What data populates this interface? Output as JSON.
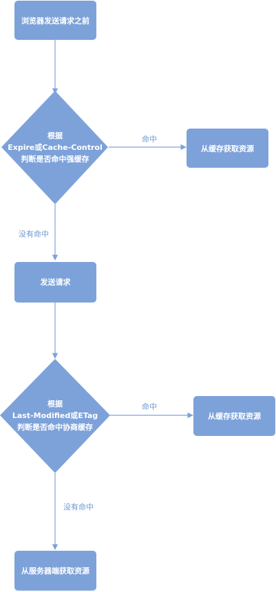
{
  "diagram": {
    "nodes": {
      "start": {
        "lines": [
          "浏览器发送请求之前"
        ]
      },
      "strong_check": {
        "lines": [
          "根据",
          "Expire或Cache-Control",
          "判断是否命中强缓存"
        ]
      },
      "strong_hit": {
        "lines": [
          "从缓存获取资源"
        ]
      },
      "send_request": {
        "lines": [
          "发送请求"
        ]
      },
      "negotiate_check": {
        "lines": [
          "根据",
          "Last-Modified或ETag",
          "判断是否命中协商缓存"
        ]
      },
      "negotiate_hit": {
        "lines": [
          "从缓存获取资源"
        ]
      },
      "server_fetch": {
        "lines": [
          "从服务器端获取资源"
        ]
      }
    },
    "edges": {
      "strong_hit_label": "命中",
      "strong_miss_label": "没有命中",
      "negotiate_hit_label": "命中",
      "negotiate_miss_label": "没有命中"
    },
    "colors": {
      "node_fill": "#7da2da",
      "edge": "#7da2da",
      "text": "#ffffff",
      "edge_text": "#6f97d2"
    }
  }
}
